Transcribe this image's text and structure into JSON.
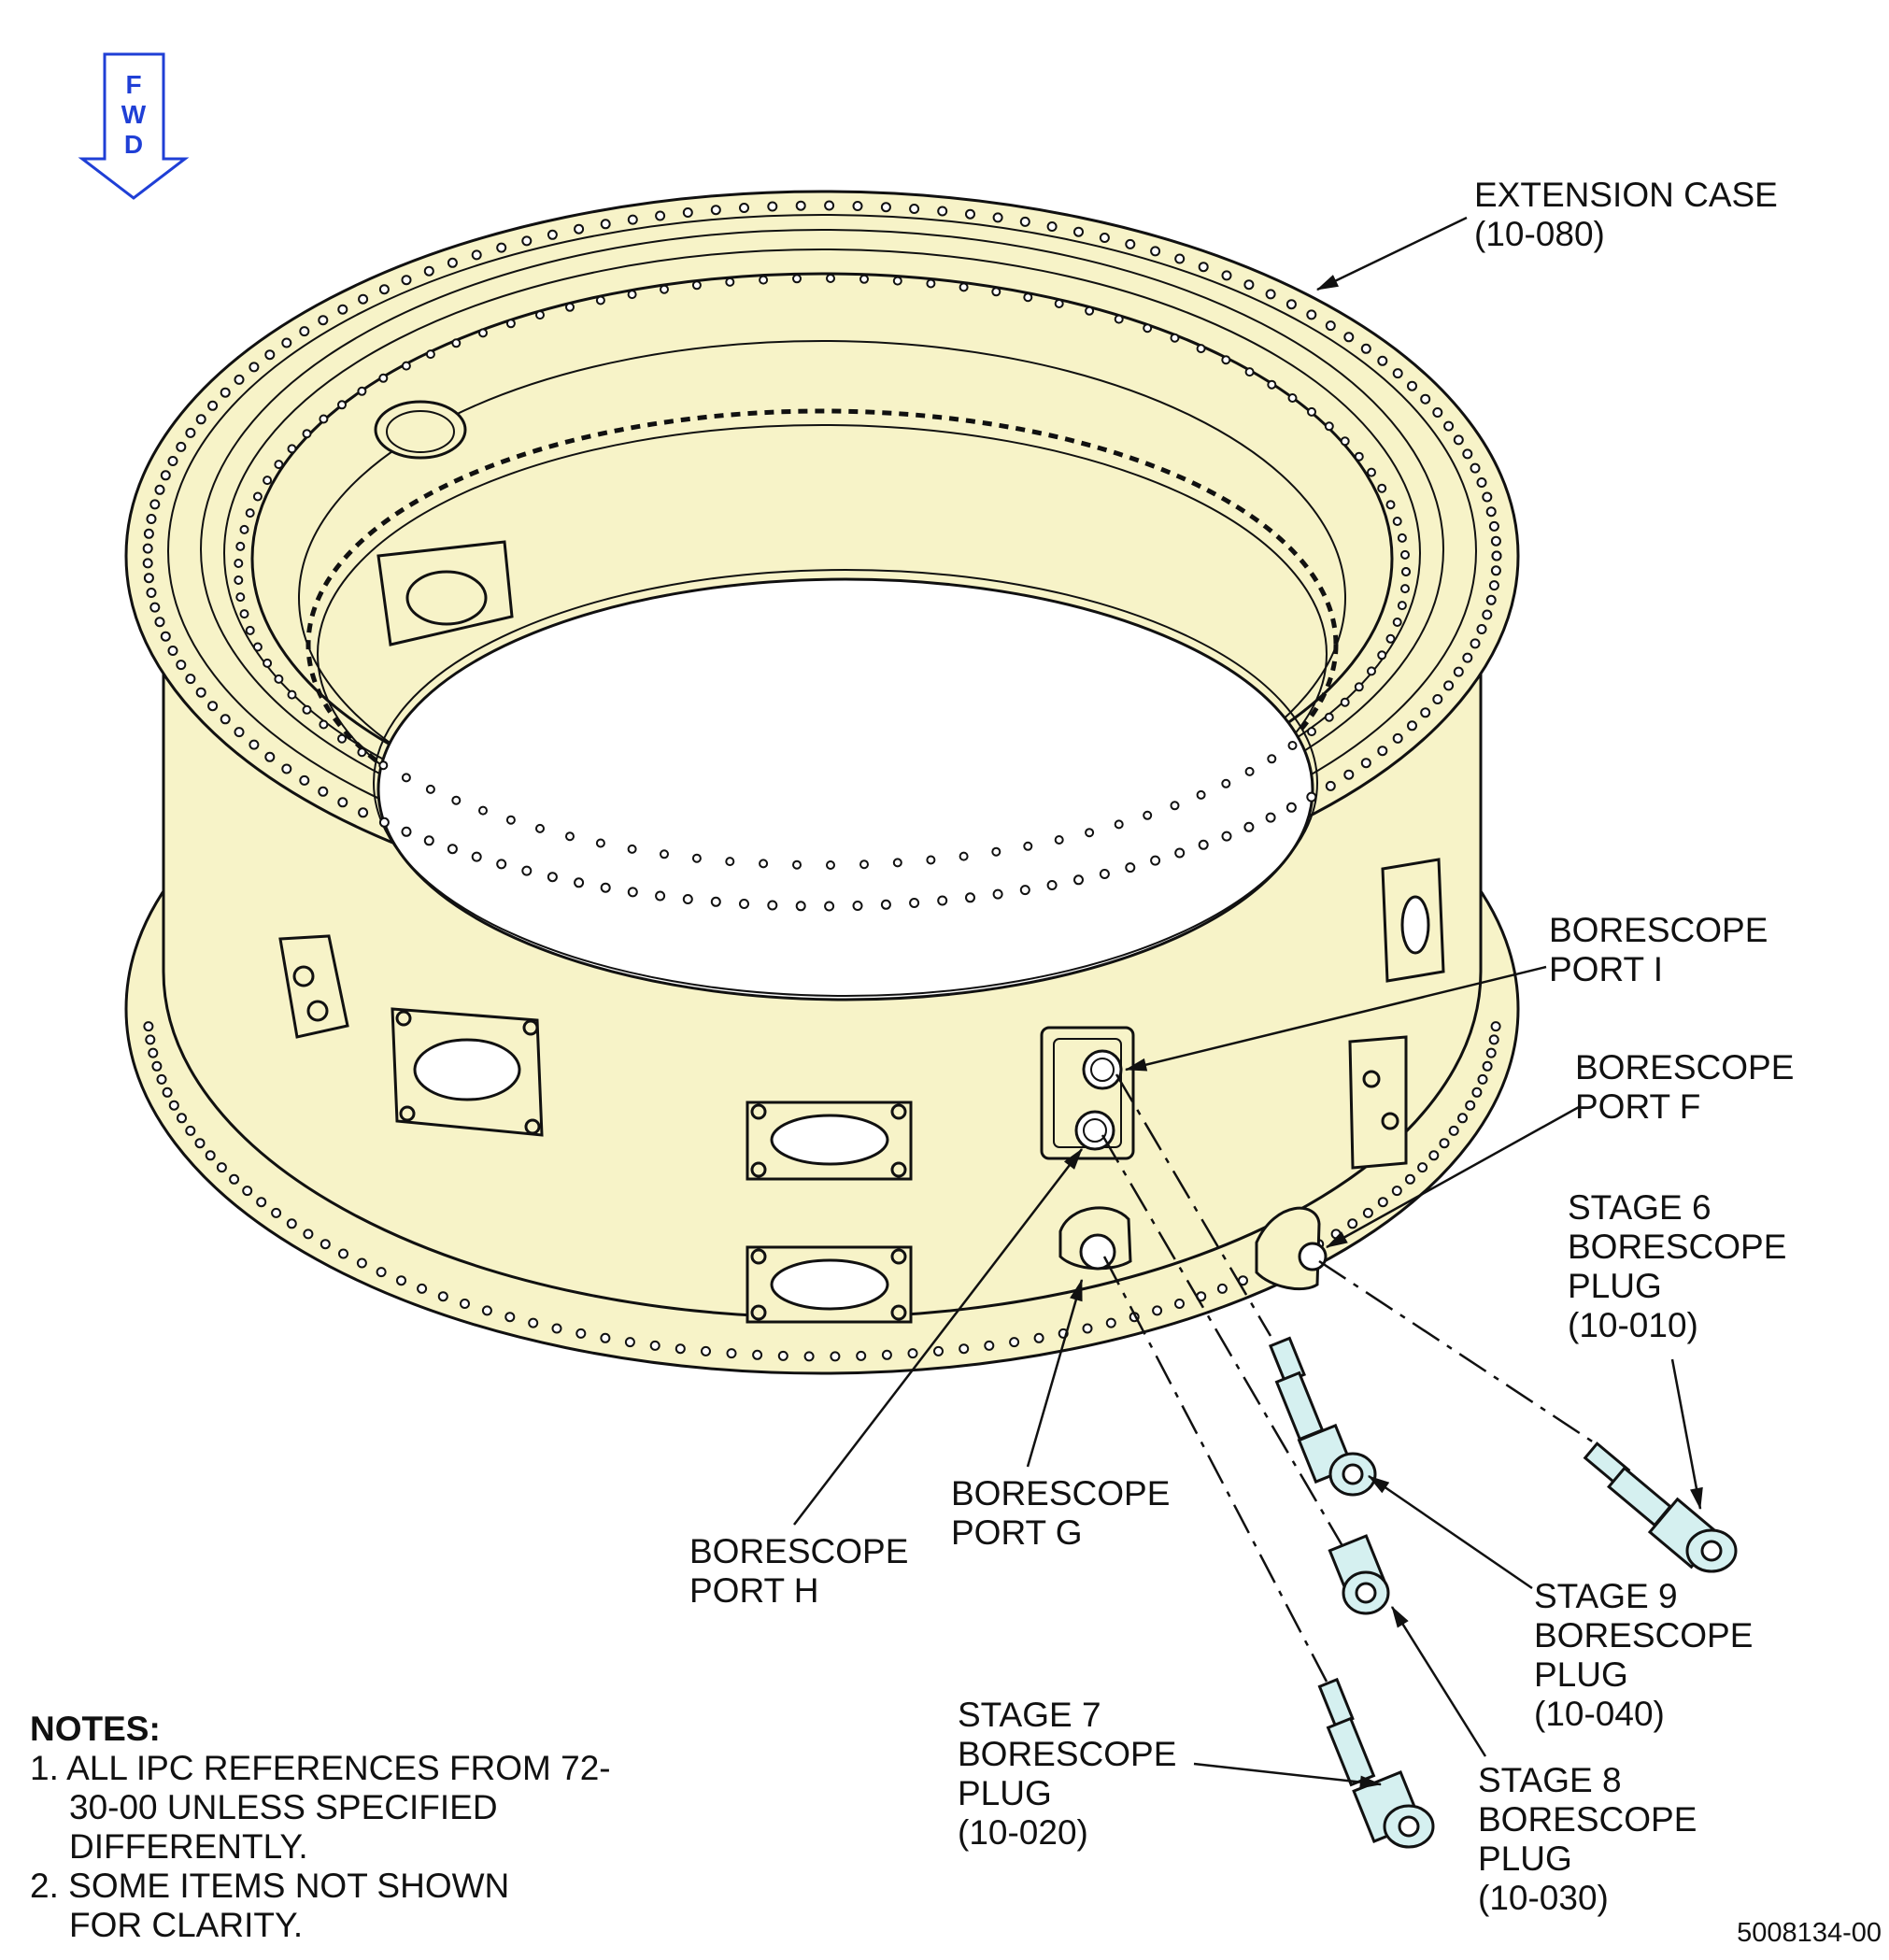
{
  "fwd_indicator": {
    "letters": [
      "F",
      "W",
      "D"
    ],
    "color": "#1f3fd6"
  },
  "case_fill": "#f7f3c8",
  "plug_fill": "#d5f0f0",
  "labels": {
    "extension_case": [
      "EXTENSION CASE",
      "(10-080)"
    ],
    "port_i": [
      "BORESCOPE",
      "PORT I"
    ],
    "port_f": [
      "BORESCOPE",
      "PORT F"
    ],
    "stage6": [
      "STAGE 6",
      "BORESCOPE",
      "PLUG",
      "(10-010)"
    ],
    "port_g": [
      "BORESCOPE",
      "PORT G"
    ],
    "port_h": [
      "BORESCOPE",
      "PORT H"
    ],
    "stage9": [
      "STAGE 9",
      "BORESCOPE",
      "PLUG",
      "(10-040)"
    ],
    "stage7": [
      "STAGE 7",
      "BORESCOPE",
      "PLUG",
      "(10-020)"
    ],
    "stage8": [
      "STAGE 8",
      "BORESCOPE",
      "PLUG",
      "(10-030)"
    ]
  },
  "notes": {
    "title": "NOTES:",
    "items": [
      "1. ALL IPC REFERENCES FROM 72-30-00 UNLESS SPECIFIED DIFFERENTLY.",
      "2. SOME ITEMS NOT SHOWN FOR CLARITY."
    ]
  },
  "figure_number": "5008134-00"
}
